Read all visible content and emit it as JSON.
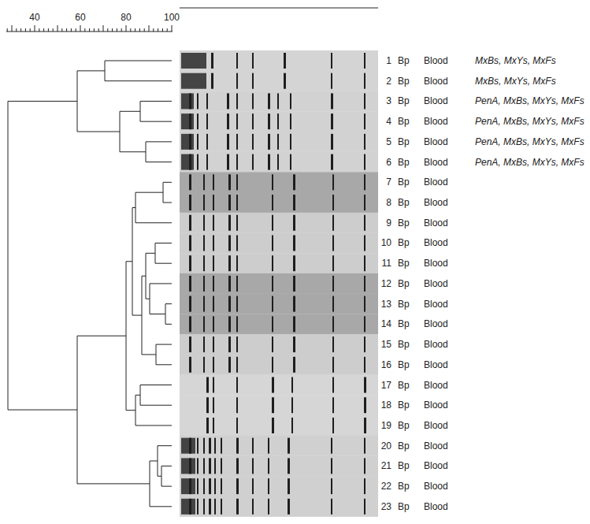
{
  "diagram": {
    "labels": [
      "40",
      "60",
      "80",
      "100",
      "1",
      "Bp",
      "Blood",
      "MxBs, MxYs, MxFs",
      "2",
      "Bp",
      "Blood",
      "MxBs, MxYs, MxFs",
      "3",
      "Bp",
      "Blood",
      "PenA, MxBs, MxYs, MxFs",
      "4",
      "Bp",
      "Blood",
      "PenA, MxBs, MxYs, MxFs",
      "5",
      "Bp",
      "Blood",
      "PenA, MxBs, MxYs, MxFs",
      "6",
      "Bp",
      "Blood",
      "PenA, MxBs, MxYs, MxFs",
      "7",
      "Bp",
      "Blood",
      "8",
      "Bp",
      "Blood",
      "9",
      "Bp",
      "Blood",
      "10",
      "Bp",
      "Blood",
      "11",
      "Bp",
      "Blood",
      "12",
      "Bp",
      "Blood",
      "13",
      "Bp",
      "Blood",
      "14",
      "Bp",
      "Blood",
      "15",
      "Bp",
      "Blood",
      "16",
      "Bp",
      "Blood",
      "17",
      "Bp",
      "Blood",
      "18",
      "Bp",
      "Blood",
      "19",
      "Bp",
      "Blood",
      "20",
      "Bp",
      "Blood",
      "21",
      "Bp",
      "Blood",
      "22",
      "Bp",
      "Blood",
      "23",
      "Bp",
      "Blood"
    ]
  }
}
